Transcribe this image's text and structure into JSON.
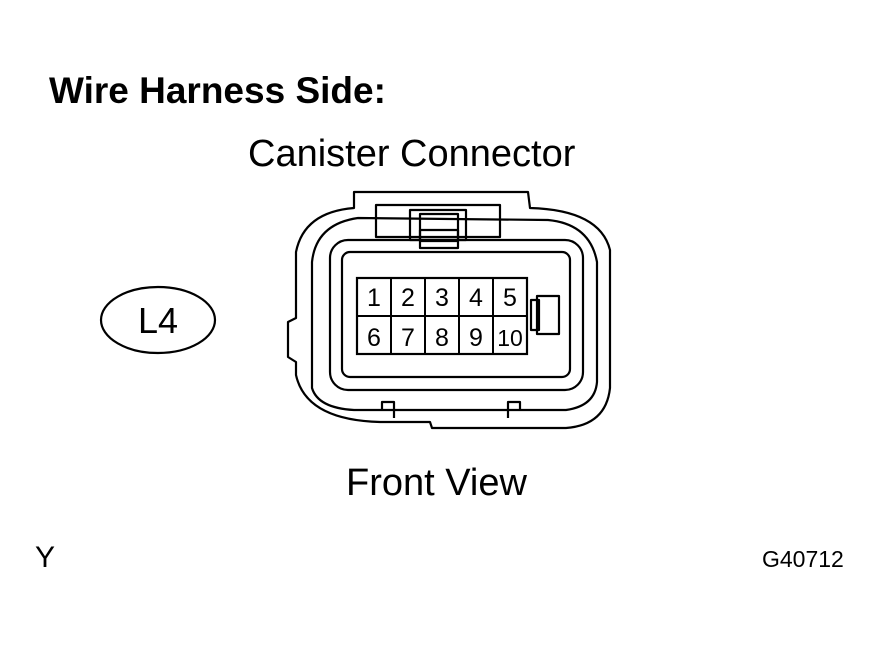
{
  "heading": "Wire Harness Side:",
  "connector": {
    "name": "Canister Connector",
    "code": "L4",
    "view": "Front View",
    "pins_top": [
      "1",
      "2",
      "3",
      "4",
      "5"
    ],
    "pins_bottom": [
      "6",
      "7",
      "8",
      "9",
      "10"
    ]
  },
  "corner_left": "Y",
  "figure_code": "G40712"
}
